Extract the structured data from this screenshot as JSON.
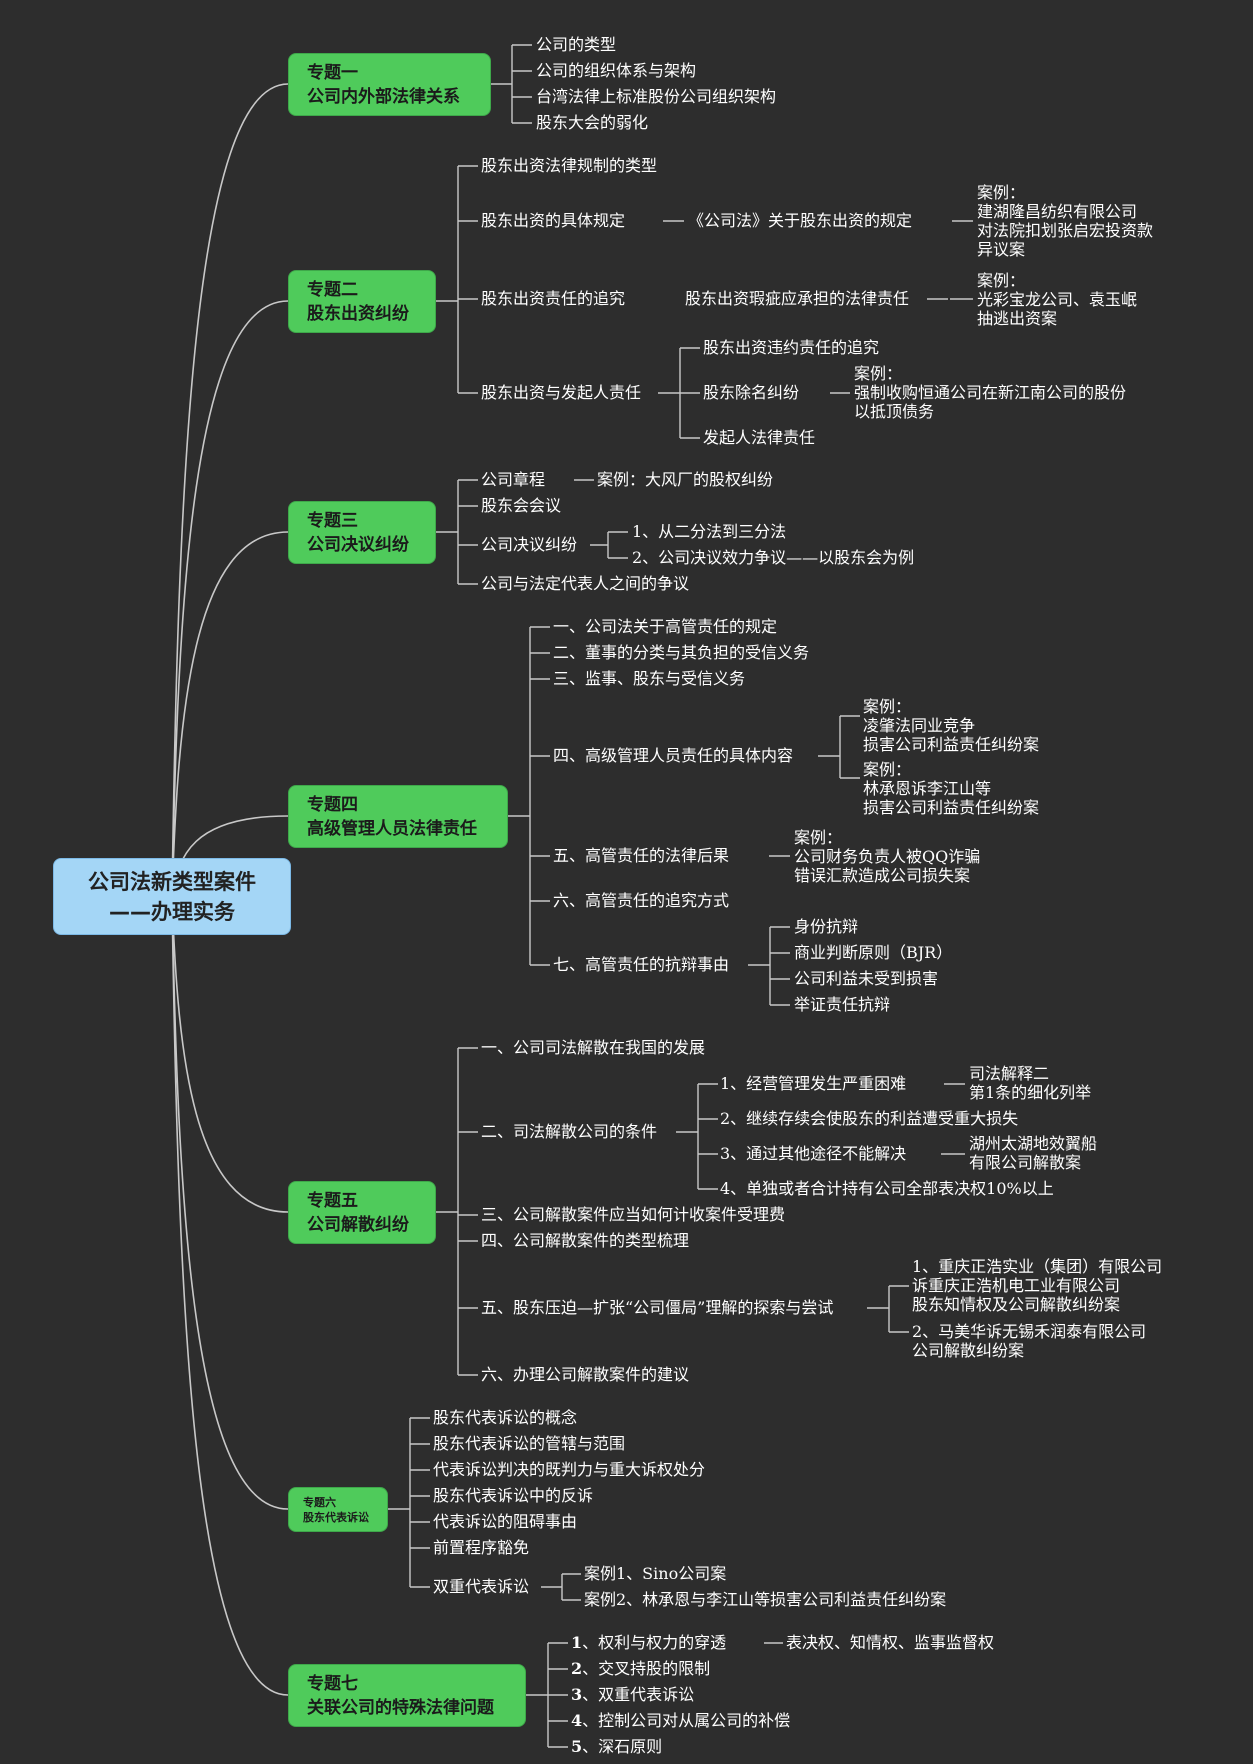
{
  "root": {
    "line1": "公司法新类型案件",
    "line2": "——办理实务"
  },
  "topics": [
    {
      "line1": "专题一",
      "line2": "公司内外部法律关系"
    },
    {
      "line1": "专题二",
      "line2": "股东出资纠纷"
    },
    {
      "line1": "专题三",
      "line2": "公司决议纠纷"
    },
    {
      "line1": "专题四",
      "line2": "高级管理人员法律责任"
    },
    {
      "line1": "专题五",
      "line2": "公司解散纠纷"
    },
    {
      "line1": "专题六",
      "line2": "股东代表诉讼"
    },
    {
      "line1": "专题七",
      "line2": "关联公司的特殊法律问题"
    }
  ],
  "t1": [
    "公司的类型",
    "公司的组织体系与架构",
    "台湾法律上标准股份公司组织架构",
    "股东大会的弱化"
  ],
  "t2": {
    "items": [
      "股东出资法律规制的类型",
      "股东出资的具体规定",
      "股东出资责任的追究",
      "股东出资与发起人责任"
    ],
    "spec_sub": "《公司法》关于股东出资的规定",
    "spec_case": [
      "案例：",
      "建湖隆昌纺织有限公司",
      "对法院扣划张启宏投资款",
      "异议案"
    ],
    "resp_sub": "股东出资瑕疵应承担的法律责任",
    "resp_case": [
      "案例：",
      "光彩宝龙公司、袁玉岷",
      "抽逃出资案"
    ],
    "promo_subs": [
      "股东出资违约责任的追究",
      "股东除名纠纷",
      "发起人法律责任"
    ],
    "removal_case": [
      "案例：",
      "强制收购恒通公司在新江南公司的股份",
      "以抵顶债务"
    ]
  },
  "t3": {
    "items": [
      "公司章程",
      "股东会会议",
      "公司决议纠纷",
      "公司与法定代表人之间的争议"
    ],
    "charter_case": "案例：大风厂的股权纠纷",
    "resolution_subs": [
      "1、从二分法到三分法",
      "2、公司决议效力争议——以股东会为例"
    ]
  },
  "t4": {
    "items": [
      "一、公司法关于高管责任的规定",
      "二、董事的分类与其负担的受信义务",
      "三、监事、股东与受信义务",
      "四、高级管理人员责任的具体内容",
      "五、高管责任的法律后果",
      "六、高管责任的追究方式",
      "七、高管责任的抗辩事由"
    ],
    "content_cases": [
      [
        "案例：",
        "凌肇法同业竞争",
        "损害公司利益责任纠纷案"
      ],
      [
        "案例：",
        "林承恩诉李江山等",
        "损害公司利益责任纠纷案"
      ]
    ],
    "conseq_case": [
      "案例：",
      "公司财务负责人被QQ诈骗",
      "错误汇款造成公司损失案"
    ],
    "defenses": [
      "身份抗辩",
      "商业判断原则（BJR）",
      "公司利益未受到损害",
      "举证责任抗辩"
    ]
  },
  "t5": {
    "items": [
      "一、公司司法解散在我国的发展",
      "二、司法解散公司的条件",
      "三、公司解散案件应当如何计收案件受理费",
      "四、公司解散案件的类型梳理",
      "五、股东压迫—扩张“公司僵局”理解的探索与尝试",
      "六、办理公司解散案件的建议"
    ],
    "conditions": [
      "1、经营管理发生严重困难",
      "2、继续存续会使股东的利益遭受重大损失",
      "3、通过其他途径不能解决",
      "4、单独或者合计持有公司全部表决权10%以上"
    ],
    "cond1_note": [
      "司法解释二",
      "第1条的细化列举"
    ],
    "cond3_note": [
      "湖州太湖地效翼船",
      "有限公司解散案"
    ],
    "oppression_cases": [
      [
        "1、重庆正浩实业（集团）有限公司",
        "诉重庆正浩机电工业有限公司",
        "股东知情权及公司解散纠纷案"
      ],
      [
        "2、马美华诉无锡禾润泰有限公司",
        "公司解散纠纷案"
      ]
    ]
  },
  "t6": {
    "items": [
      "股东代表诉讼的概念",
      "股东代表诉讼的管辖与范围",
      "代表诉讼判决的既判力与重大诉权处分",
      "股东代表诉讼中的反诉",
      "代表诉讼的阻碍事由",
      "前置程序豁免",
      "双重代表诉讼"
    ],
    "double_cases": [
      "案例1、Sino公司案",
      "案例2、林承恩与李江山等损害公司利益责任纠纷案"
    ]
  },
  "t7": {
    "nums": [
      "1",
      "2",
      "3",
      "4",
      "5"
    ],
    "items": [
      "、权利与权力的穿透",
      "、交叉持股的限制",
      "、双重代表诉讼",
      "、控制公司对从属公司的补偿",
      "、深石原则"
    ],
    "rights_sub": "表决权、知情权、监事监督权"
  }
}
